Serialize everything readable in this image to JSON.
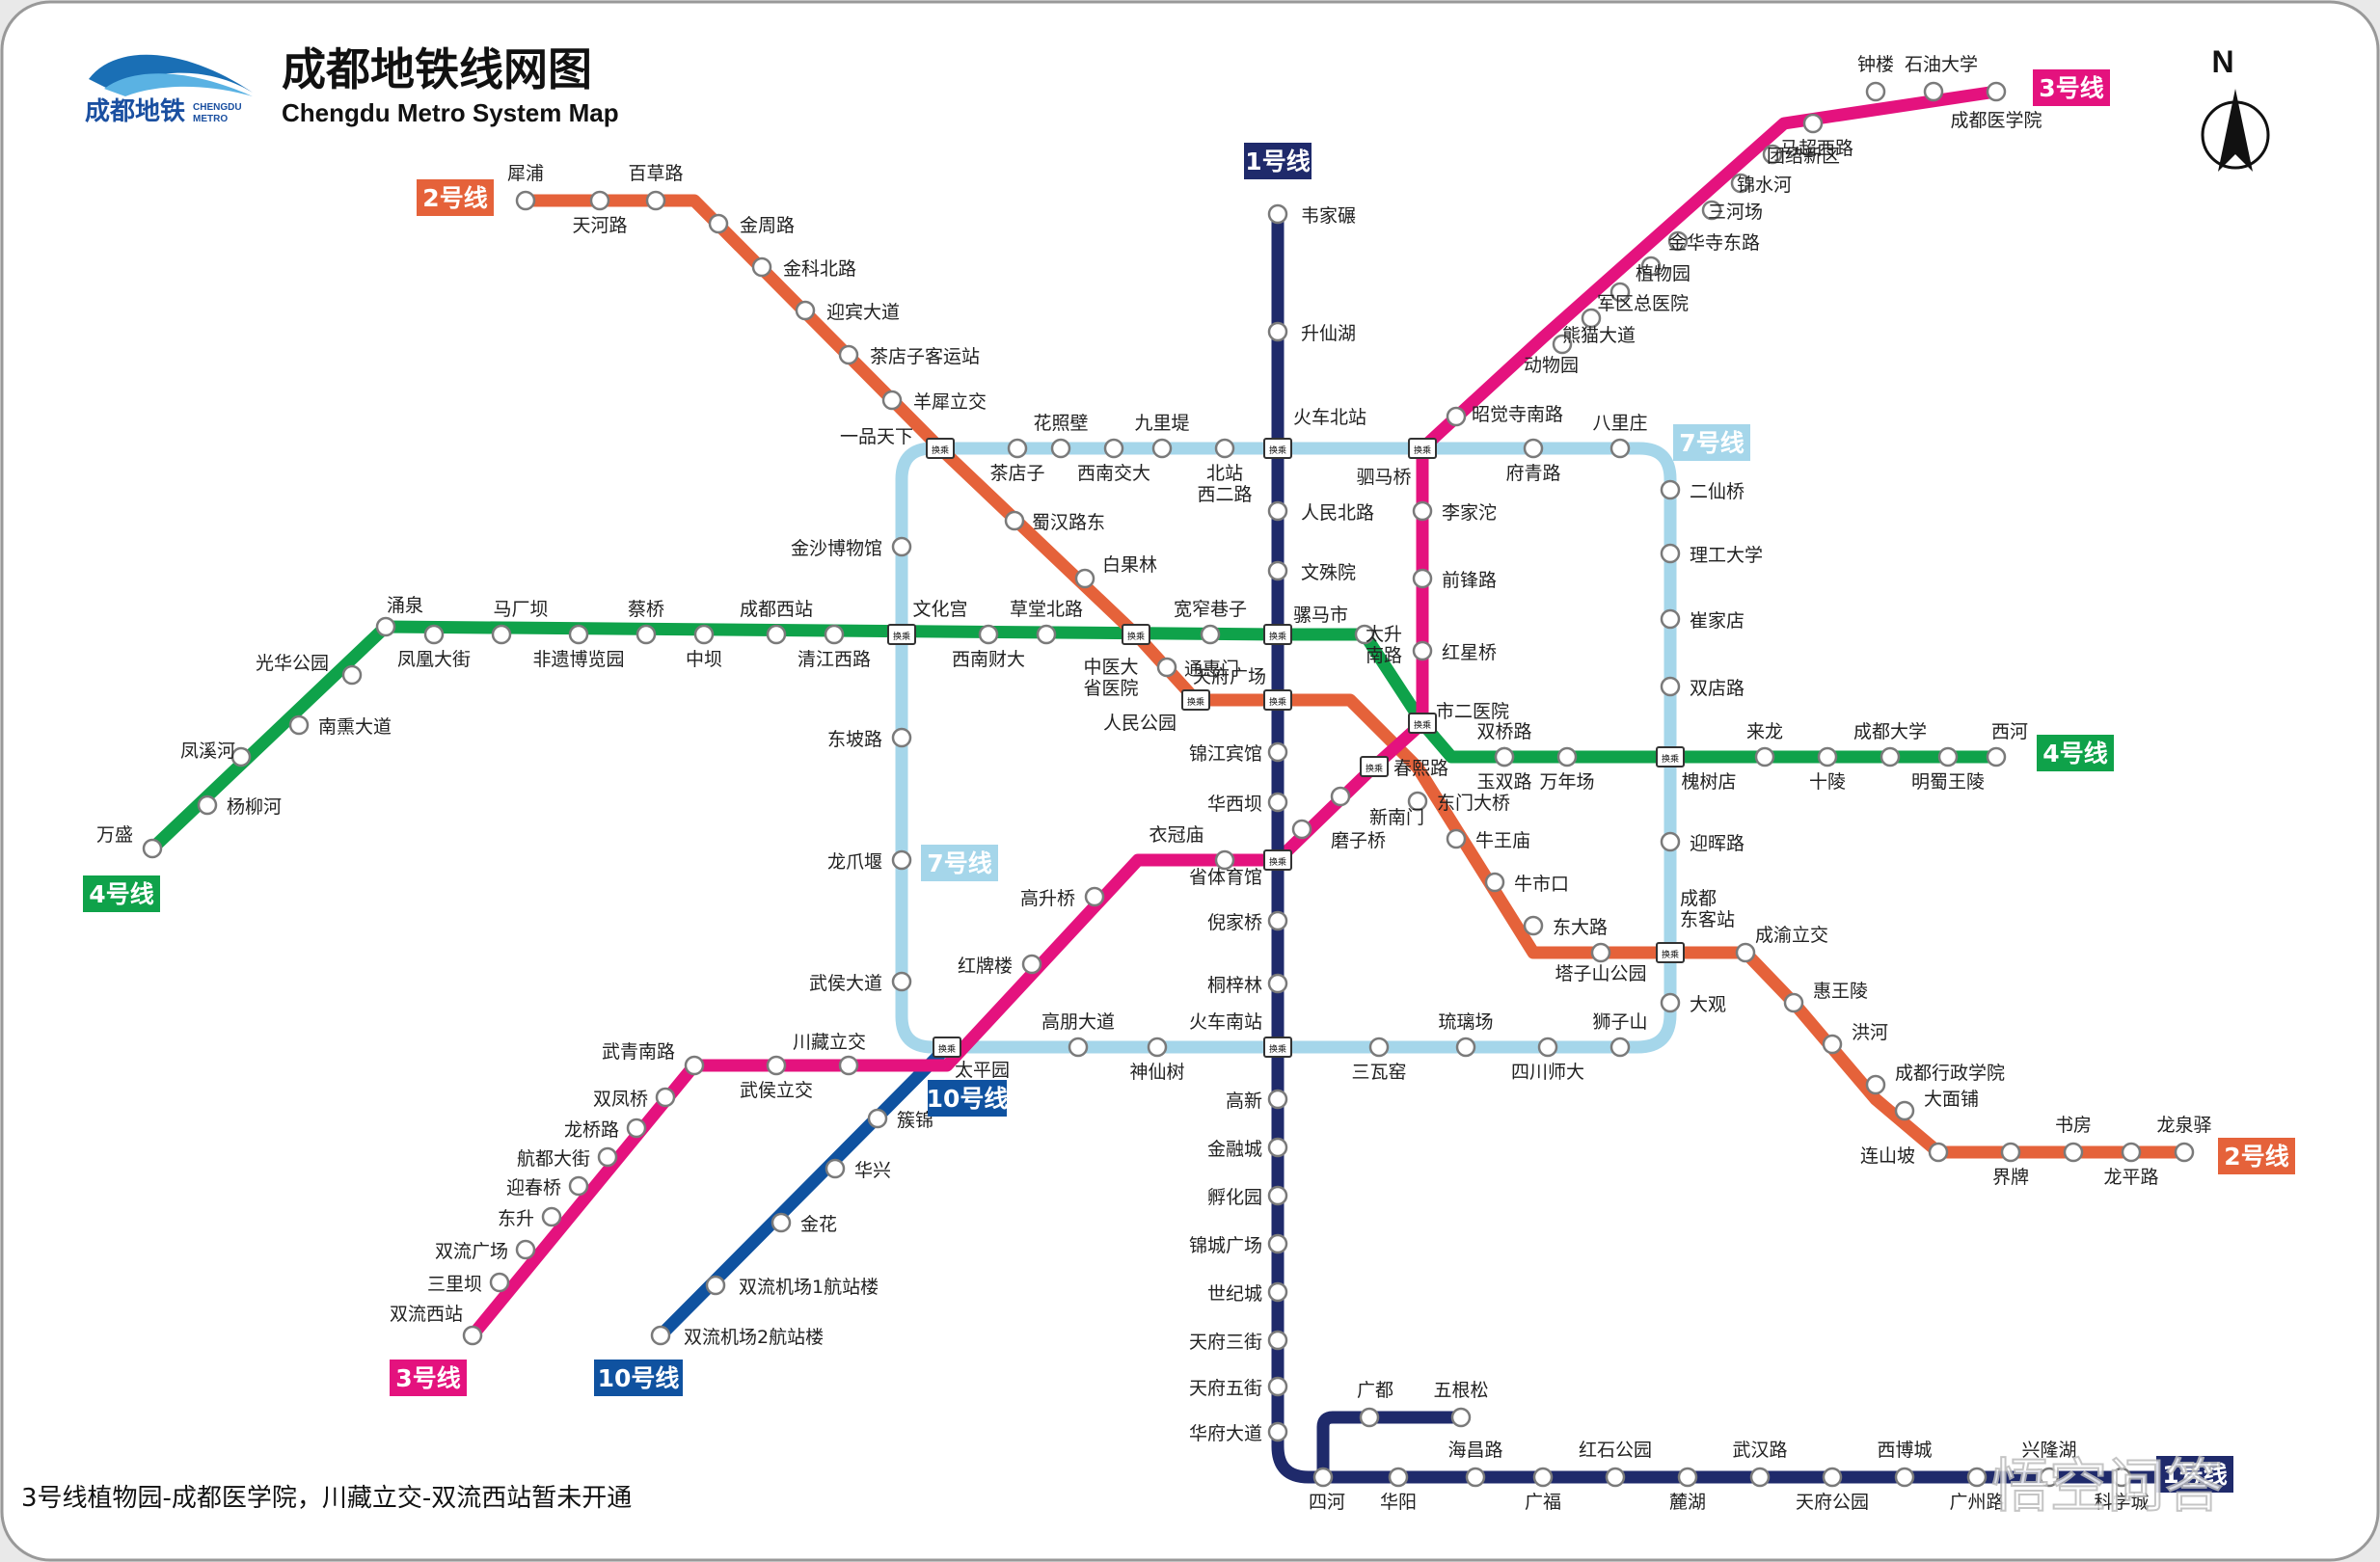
{
  "header": {
    "logo_cn": "成都地铁",
    "logo_en_1": "CHENGDU",
    "logo_en_2": "METRO",
    "title_cn": "成都地铁线网图",
    "title_en": "Chengdu Metro System Map"
  },
  "compass": {
    "label": "N"
  },
  "footnote": "3号线植物园-成都医学院，川藏立交-双流西站暂未开通",
  "transfer_tag": "换乘",
  "watermark": "悟空问答",
  "lines": {
    "l1": {
      "label": "1号线",
      "color": "#1f2a6b"
    },
    "l2": {
      "label": "2号线",
      "color": "#e5623a"
    },
    "l3": {
      "label": "3号线",
      "color": "#e4127e"
    },
    "l4": {
      "label": "4号线",
      "color": "#0fa24a"
    },
    "l7": {
      "label": "7号线",
      "color": "#a5d6ea"
    },
    "l10": {
      "label": "10号线",
      "color": "#0f52a0"
    }
  },
  "stations": {
    "s001": "韦家碾",
    "s002": "升仙湖",
    "s003": "火车北站",
    "s004": "人民北路",
    "s005": "文殊院",
    "s006": "骡马市",
    "s007": "天府广场",
    "s008": "锦江宾馆",
    "s009": "华西坝",
    "s010": "省体育馆",
    "s011": "倪家桥",
    "s012": "桐梓林",
    "s013": "火车南站",
    "s014": "高新",
    "s015": "金融城",
    "s016": "孵化园",
    "s017": "锦城广场",
    "s018": "世纪城",
    "s019": "天府三街",
    "s020": "天府五街",
    "s021": "华府大道",
    "s022": "四河",
    "s023": "华阳",
    "s024": "广都",
    "s025": "五根松",
    "s026": "海昌路",
    "s027": "广福",
    "s028": "红石公园",
    "s029": "麓湖",
    "s030": "武汉路",
    "s031": "天府公园",
    "s032": "西博城",
    "s033": "广州路",
    "s034": "兴隆湖",
    "s035": "科学城",
    "s036": "犀浦",
    "s037": "天河路",
    "s038": "百草路",
    "s039": "金周路",
    "s040": "金科北路",
    "s041": "迎宾大道",
    "s042": "茶店子客运站",
    "s043": "羊犀立交",
    "s044": "一品天下",
    "s045": "蜀汉路东",
    "s046": "白果林",
    "s047": "中医大省医院",
    "s048": "通惠门",
    "s049": "人民公园",
    "s050": "春熙路",
    "s051": "东门大桥",
    "s052": "牛王庙",
    "s053": "牛市口",
    "s054": "东大路",
    "s055": "塔子山公园",
    "s056": "成都东客站",
    "s057": "成渝立交",
    "s058": "惠王陵",
    "s059": "洪河",
    "s060": "成都行政学院",
    "s061": "大面铺",
    "s062": "连山坡",
    "s063": "界牌",
    "s064": "书房",
    "s065": "龙平路",
    "s066": "龙泉驿",
    "s067": "钟楼",
    "s068": "石油大学",
    "s069": "马超西路",
    "s070": "成都医学院",
    "s071": "团结新区",
    "s072": "锦水河",
    "s073": "三河场",
    "s074": "金华寺东路",
    "s075": "植物园",
    "s076": "军区总医院",
    "s077": "熊猫大道",
    "s078": "动物园",
    "s079": "昭觉寺南路",
    "s080": "驷马桥",
    "s081": "李家沱",
    "s082": "前锋路",
    "s083": "红星桥",
    "s084": "市二医院",
    "s085": "新南门",
    "s086": "磨子桥",
    "s087": "衣冠庙",
    "s088": "高升桥",
    "s089": "红牌楼",
    "s090": "太平园",
    "s091": "川藏立交",
    "s092": "武侯立交",
    "s093": "武青南路",
    "s094": "双凤桥",
    "s095": "龙桥路",
    "s096": "航都大街",
    "s097": "迎春桥",
    "s098": "东升",
    "s099": "双流广场",
    "s100": "三里坝",
    "s101": "双流西站",
    "s102": "万盛",
    "s103": "杨柳河",
    "s104": "凤溪河",
    "s105": "南熏大道",
    "s106": "光华公园",
    "s107": "涌泉",
    "s108": "凤凰大街",
    "s109": "马厂坝",
    "s110": "非遗博览园",
    "s111": "蔡桥",
    "s112": "中坝",
    "s113": "成都西站",
    "s114": "清江西路",
    "s115": "文化宫",
    "s116": "西南财大",
    "s117": "草堂北路",
    "s118": "宽窄巷子",
    "s119": "太升南路",
    "s120": "双桥路",
    "s121": "玉双路",
    "s122": "万年场",
    "s123": "槐树店",
    "s124": "来龙",
    "s125": "十陵",
    "s126": "成都大学",
    "s127": "明蜀王陵",
    "s128": "西河",
    "s129": "茶店子",
    "s130": "花照壁",
    "s131": "西南交大",
    "s132": "九里堤",
    "s133": "北站西二路",
    "s134": "府青路",
    "s135": "八里庄",
    "s136": "二仙桥",
    "s137": "理工大学",
    "s138": "崔家店",
    "s139": "双店路",
    "s140": "迎晖路",
    "s141": "大观",
    "s142": "狮子山",
    "s143": "四川师大",
    "s144": "琉璃场",
    "s145": "三瓦窑",
    "s146": "神仙树",
    "s147": "高朋大道",
    "s148": "武侯大道",
    "s149": "龙爪堰",
    "s150": "东坡路",
    "s151": "金沙博物馆",
    "s152": "簇锦",
    "s153": "华兴",
    "s154": "金花",
    "s155": "双流机场1航站楼",
    "s156": "双流机场2航站楼"
  }
}
